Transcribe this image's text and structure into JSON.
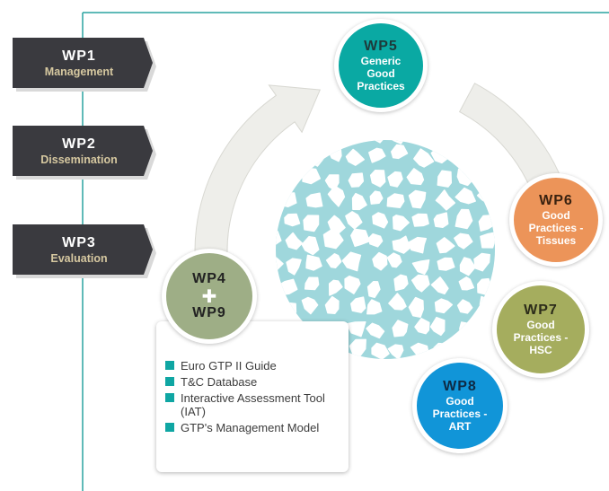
{
  "colors": {
    "tab_bg": "#3a3a3f",
    "tab_sub": "#d6c8a0",
    "line": "#2aa3a1",
    "arrow": "#eeeeea",
    "wp5": "#0aa9a3",
    "wp6": "#ec9459",
    "wp7": "#a5ad5e",
    "wp8": "#1195d8",
    "wp4": "#9eae86",
    "center": "#9fd7dc",
    "bullet": "#0fa6a3"
  },
  "tabs": [
    {
      "num": "WP1",
      "sub": "Management"
    },
    {
      "num": "WP2",
      "sub": "Dissemination"
    },
    {
      "num": "WP3",
      "sub": "Evaluation"
    }
  ],
  "circles": {
    "wp5": {
      "title": "WP5",
      "lines": [
        "Generic",
        "Good",
        "Practices"
      ]
    },
    "wp6": {
      "title": "WP6",
      "lines": [
        "Good",
        "Practices -",
        "Tissues"
      ]
    },
    "wp7": {
      "title": "WP7",
      "lines": [
        "Good",
        "Practices -",
        "HSC"
      ]
    },
    "wp8": {
      "title": "WP8",
      "lines": [
        "Good",
        "Practices -",
        "ART"
      ]
    },
    "wp4": {
      "title_top": "WP4",
      "plus": "✚",
      "title_bottom": "WP9"
    }
  },
  "legend": [
    "Euro GTP II Guide",
    "T&C Database",
    "Interactive Assessment Tool (IAT)",
    "GTP's Management Model"
  ]
}
